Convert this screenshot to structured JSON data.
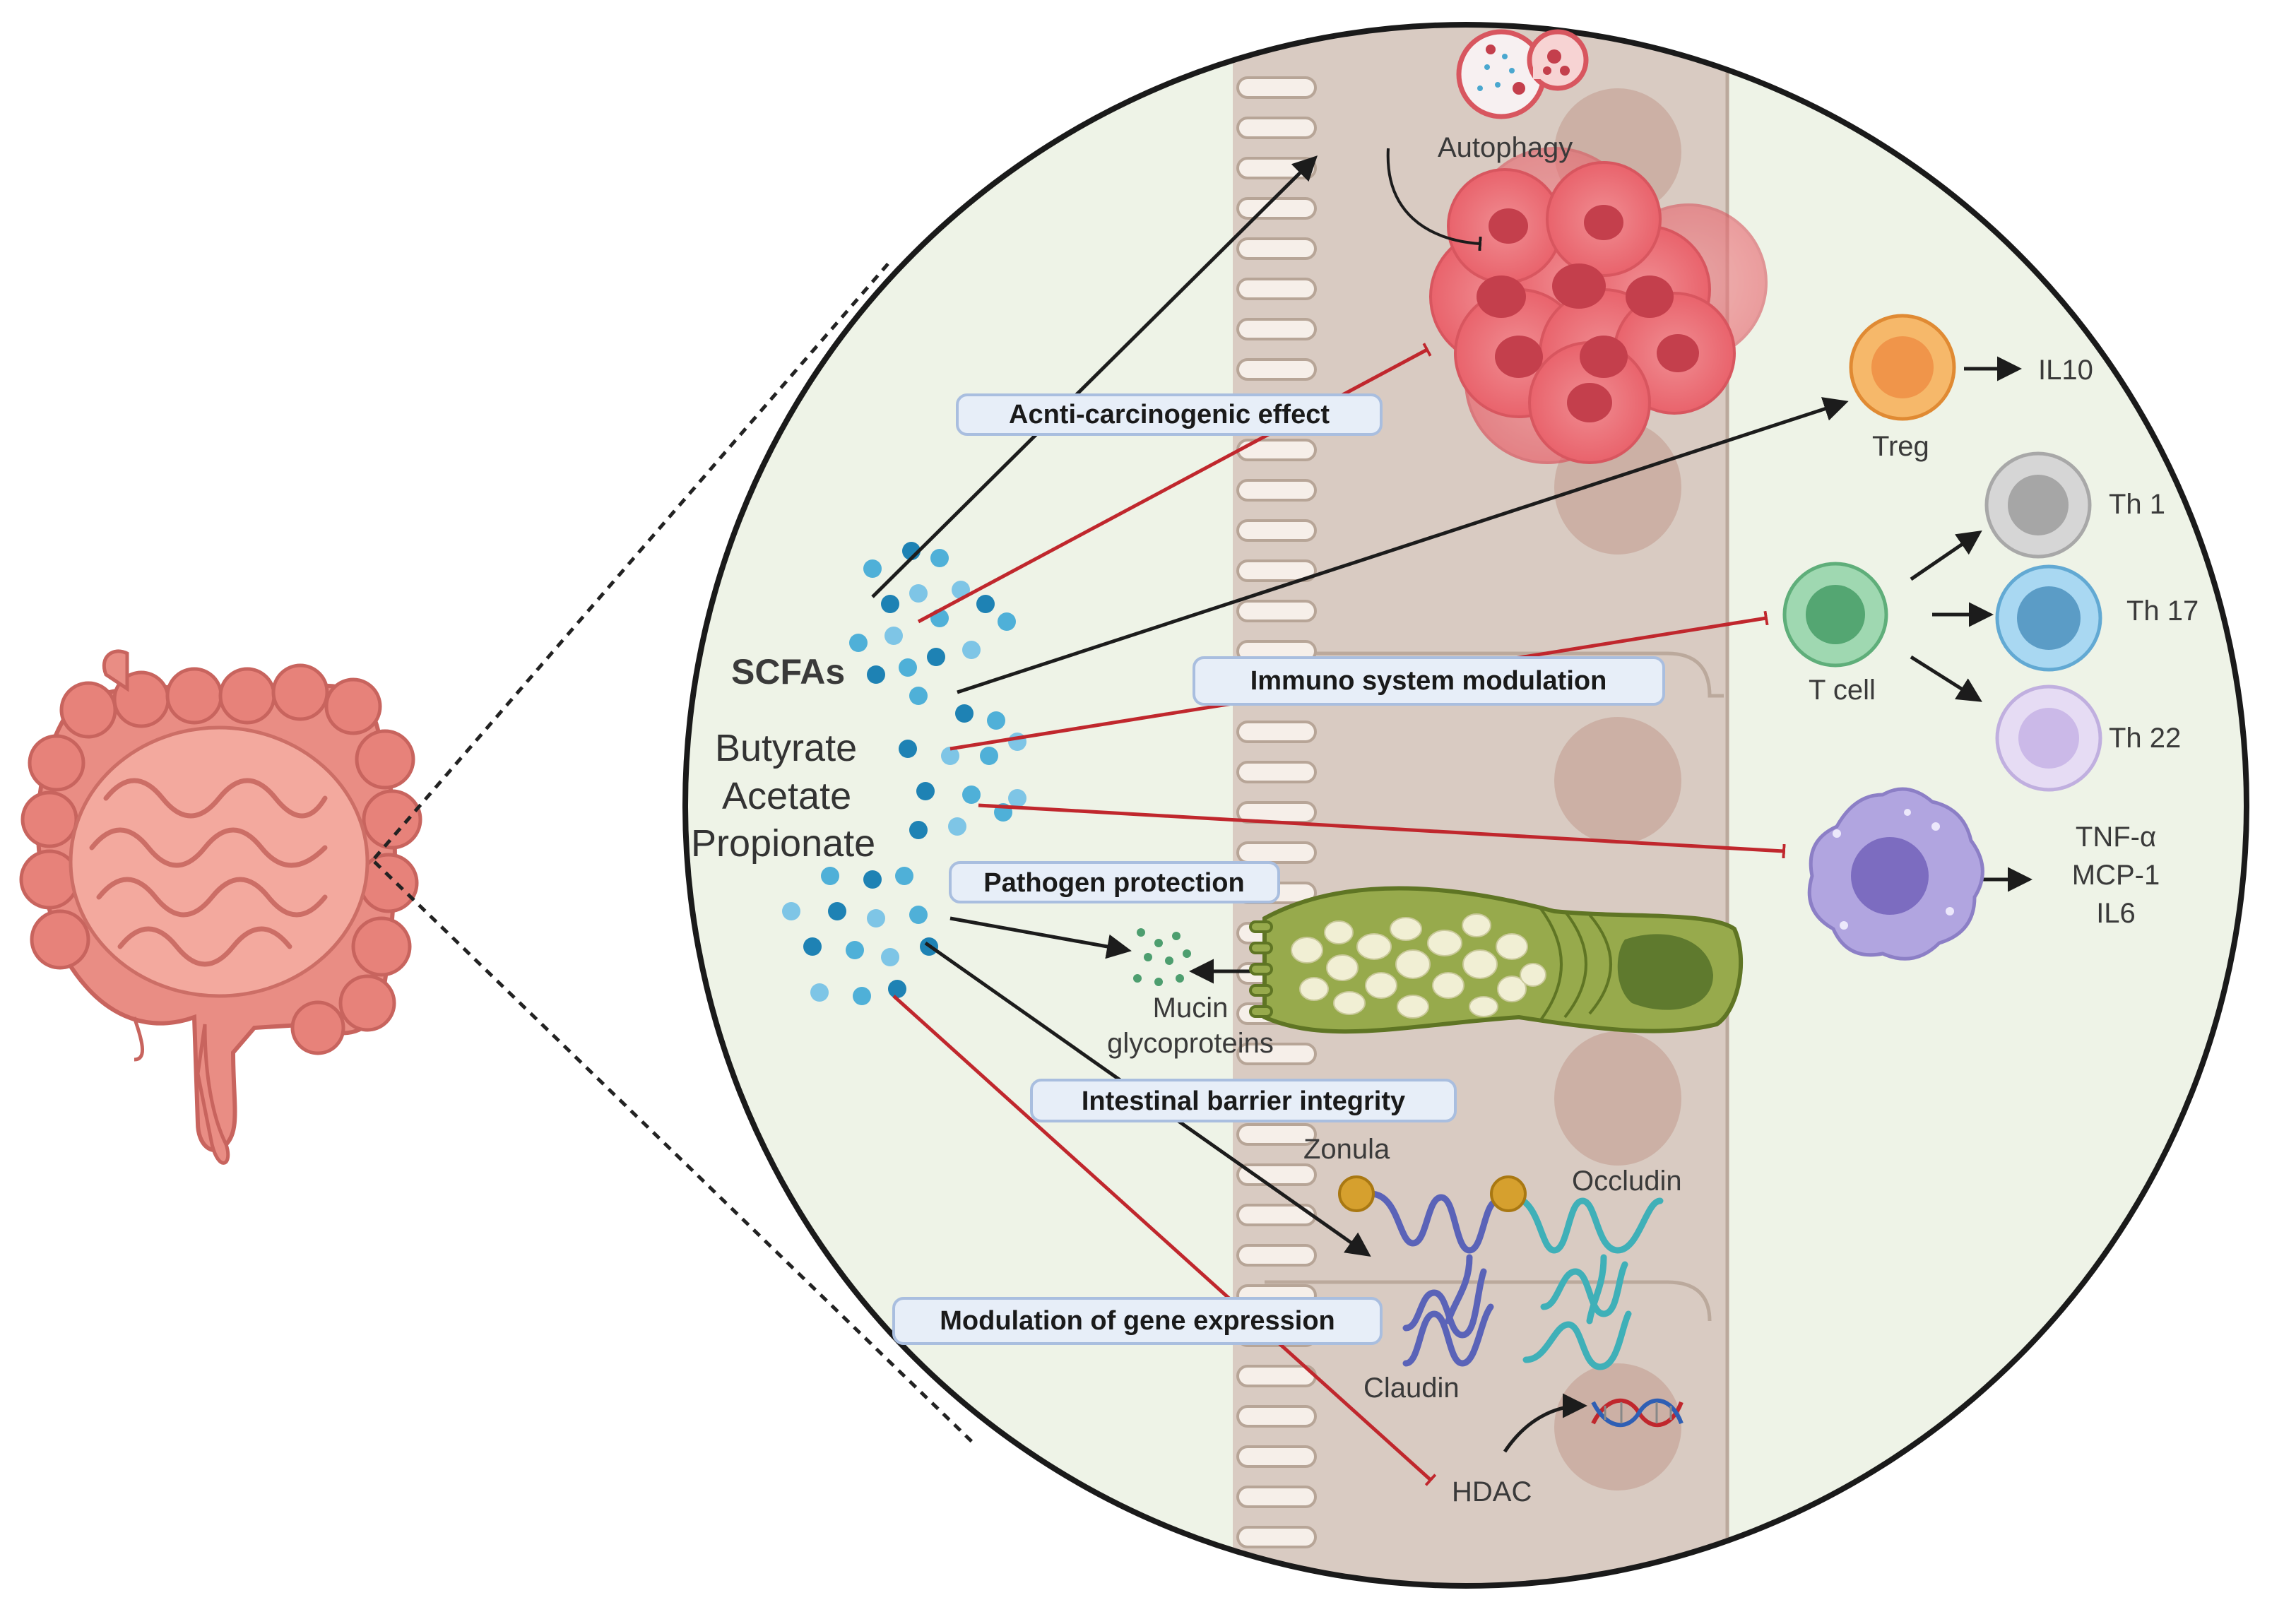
{
  "labels": {
    "autophagy": "Autophagy",
    "scfas": "SCFAs",
    "butyrate": "Butyrate",
    "acetate": "Acetate",
    "propionate": "Propionate",
    "il10": "IL10",
    "treg": "Treg",
    "th1": "Th 1",
    "th17": "Th 17",
    "th22": "Th 22",
    "tcell": "T cell",
    "tnf": "TNF-α",
    "mcp1": "MCP-1",
    "il6": "IL6",
    "mucin1": "Mucin",
    "mucin2": "glycoproteins",
    "zonula": "Zonula",
    "occludin": "Occludin",
    "claudin": "Claudin",
    "hdac": "HDAC"
  },
  "boxes": {
    "anticarcinogenic": "Acnti-carcinogenic effect",
    "immuno": "Immuno system modulation",
    "pathogen": "Pathogen protection",
    "barrier": "Intestinal barrier integrity",
    "gene": "Modulation of gene expression"
  },
  "colors": {
    "circle_bg": "#eef3e7",
    "epithelium": "#d9cbc2",
    "activation_arrow": "#1c1c1c",
    "inhibition_arrow": "#c0272d",
    "scfa_dot": "#3aa1cf",
    "label_box_fill": "#e7eef8",
    "label_box_stroke": "#a9bedf"
  }
}
